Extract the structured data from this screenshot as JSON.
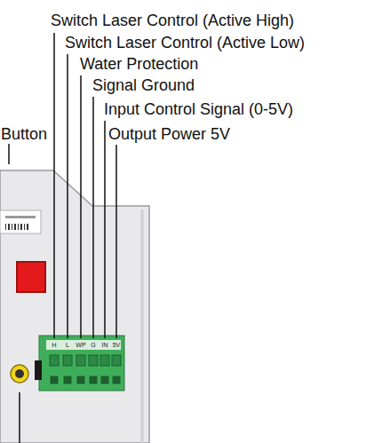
{
  "diagram": {
    "labels": [
      "Switch Laser Control (Active High)",
      "Switch Laser Control (Active Low)",
      "Water Protection",
      "Signal Ground",
      "Input Control Signal (0-5V)",
      "Output Power 5V",
      "Button",
      "H",
      "L",
      "WP",
      "G",
      "IN",
      "5V"
    ]
  }
}
